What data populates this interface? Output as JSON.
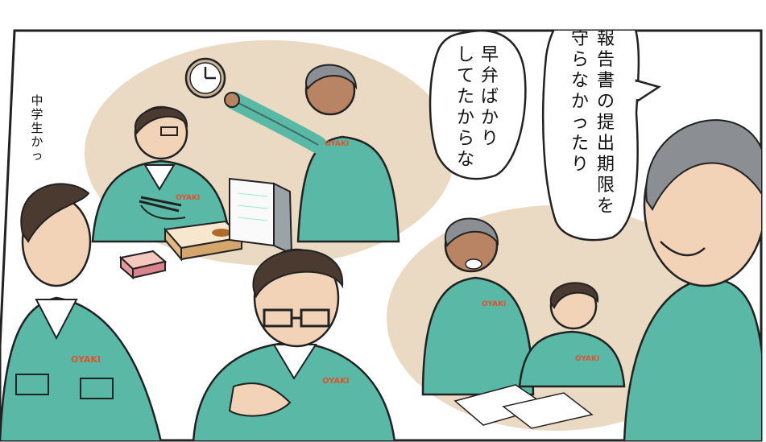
{
  "manga": {
    "narration": "中学生かっ",
    "bubble_right": {
      "lines": [
        "報告書の提出期限を",
        "守らなかったり"
      ]
    },
    "bubble_left": {
      "lines": [
        "早弁ばかり",
        "してたからな"
      ]
    },
    "uniform_logo": "OYAKI",
    "colors": {
      "uniform": "#59b9a6",
      "uniform_dark": "#3f9a88",
      "flashback_bg": "#ead9c3",
      "skin": "#f3d3b8",
      "skin_dark": "#b98463",
      "hair": "#4a3a30",
      "grey_hair": "#8b8f94",
      "logo_red": "#e0522d"
    }
  }
}
